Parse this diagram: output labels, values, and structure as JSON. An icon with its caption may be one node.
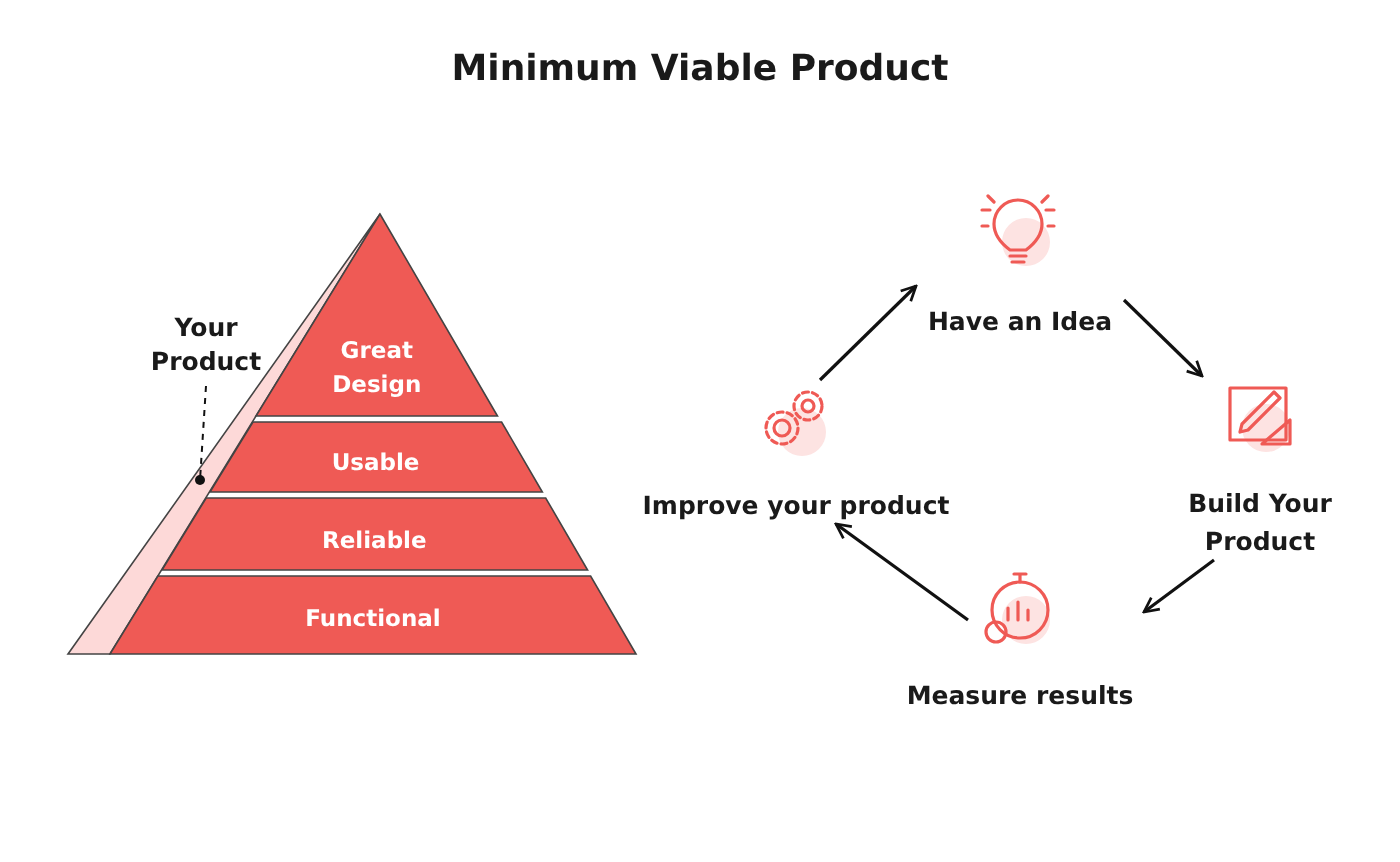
{
  "diagram": {
    "title": "Minimum Viable Product",
    "nodes": [
      {
        "text": [
          "Great Design"
        ]
      },
      {
        "text": [
          "Usable"
        ]
      },
      {
        "text": [
          "Reliable"
        ]
      },
      {
        "text": [
          "Functional"
        ]
      },
      {
        "text": [
          "Your Product"
        ]
      },
      {
        "text": [],
        "shape": "triangle"
      },
      {
        "text": [
          "Have an Idea"
        ]
      },
      {
        "text": [
          "Build Your Product"
        ]
      },
      {
        "text": [
          "Measure results"
        ]
      },
      {
        "text": [
          "Improve your product"
        ]
      }
    ],
    "edges": [
      {
        "from": 4,
        "to": 5,
        "arrow": "other",
        "style": "dashed"
      },
      {
        "from": 9,
        "to": 6,
        "arrow": "to"
      },
      {
        "from": 6,
        "to": 7,
        "arrow": "to"
      },
      {
        "from": 7,
        "to": 8,
        "arrow": "to"
      },
      {
        "from": 8,
        "to": 9,
        "arrow": "to"
      }
    ]
  }
}
